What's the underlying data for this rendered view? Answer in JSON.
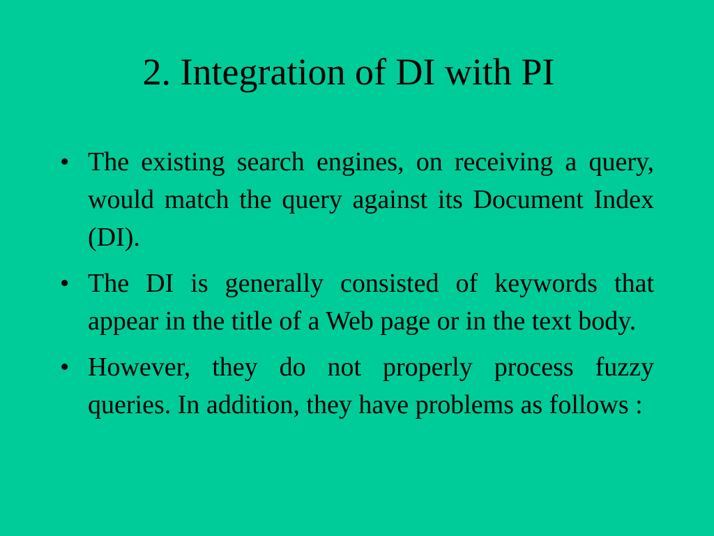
{
  "slide": {
    "title": "2. Integration of DI with PI",
    "bullet_glyph": "•",
    "bullets": [
      "The existing search engines, on receiving a query, would match the query against its Document Index (DI).",
      "The DI is generally consisted of keywords that appear in the title of a Web page or in the text body.",
      "However, they do not properly process fuzzy queries. In addition, they have problems as follows :"
    ]
  },
  "colors": {
    "background": "#00cc99",
    "text": "#000000"
  }
}
